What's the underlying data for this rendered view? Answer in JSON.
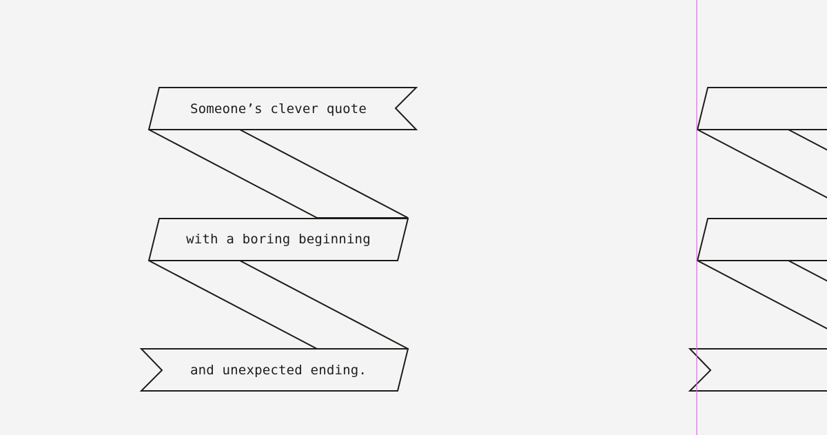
{
  "ribbons": {
    "top": {
      "text": "Someone’s clever quote"
    },
    "middle": {
      "text": "with a boring beginning"
    },
    "bottom": {
      "text": "and unexpected ending."
    }
  },
  "colors": {
    "background": "#f4f4f4",
    "stroke": "#1e1c19",
    "guide": "#d56fd9"
  }
}
